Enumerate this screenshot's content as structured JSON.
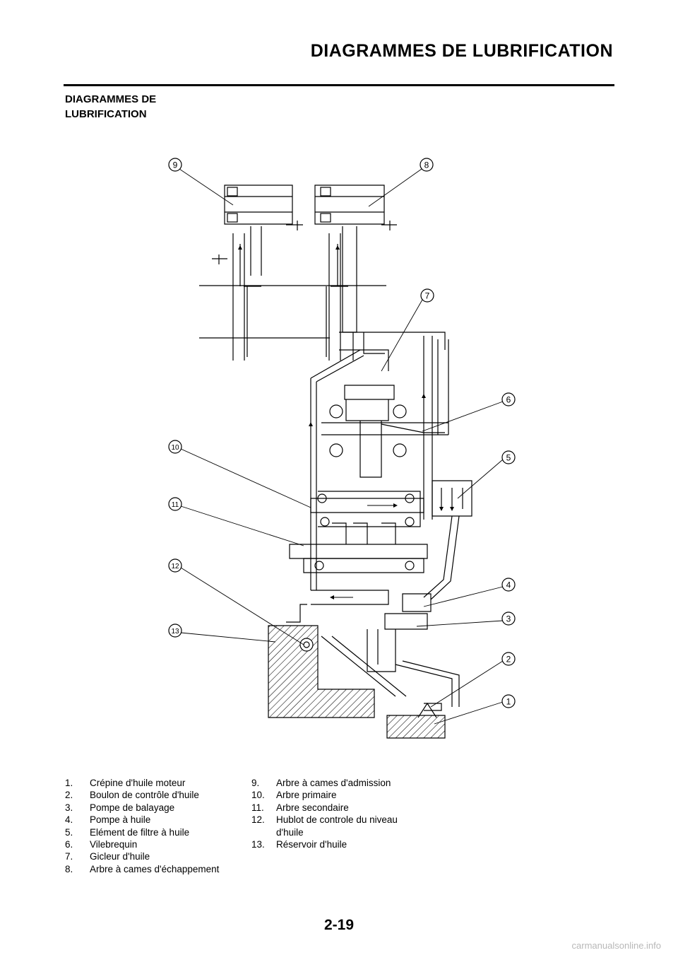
{
  "header": {
    "title": "DIAGRAMMES DE LUBRIFICATION"
  },
  "section": {
    "heading_line1": "DIAGRAMMES DE",
    "heading_line2": "LUBRIFICATION"
  },
  "diagram": {
    "callouts": [
      "1",
      "2",
      "3",
      "4",
      "5",
      "6",
      "7",
      "8",
      "9",
      "10",
      "11",
      "12",
      "13"
    ]
  },
  "legend": {
    "left": [
      {
        "num": "1.",
        "text": "Crépine d'huile moteur"
      },
      {
        "num": "2.",
        "text": "Boulon de contrôle d'huile"
      },
      {
        "num": "3.",
        "text": "Pompe de balayage"
      },
      {
        "num": "4.",
        "text": "Pompe à huile"
      },
      {
        "num": "5.",
        "text": "Elément de filtre à huile"
      },
      {
        "num": "6.",
        "text": "Vilebrequin"
      },
      {
        "num": "7.",
        "text": "Gicleur d'huile"
      },
      {
        "num": "8.",
        "text": "Arbre à cames d'échappement"
      }
    ],
    "right": [
      {
        "num": "9.",
        "text": "Arbre à cames d'admission"
      },
      {
        "num": "10.",
        "text": "Arbre primaire"
      },
      {
        "num": "11.",
        "text": "Arbre secondaire"
      },
      {
        "num": "12.",
        "text": "Hublot de controle du niveau"
      },
      {
        "num": "",
        "text": "d'huile"
      },
      {
        "num": "13.",
        "text": "Réservoir d'huile"
      }
    ]
  },
  "footer": {
    "page_number": "2-19",
    "watermark": "carmanualsonline.info"
  }
}
